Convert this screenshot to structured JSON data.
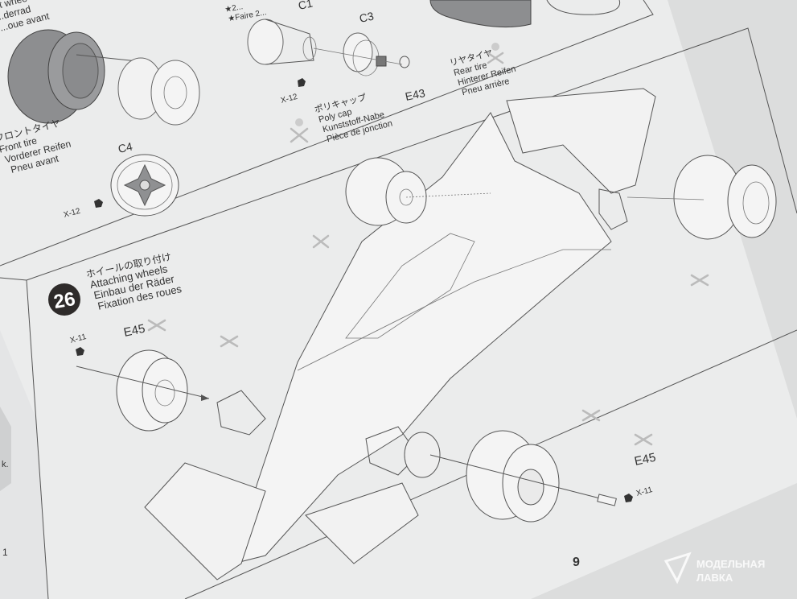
{
  "top_left_panel": {
    "front_tire_label_partial": [
      "...t whee",
      "...derrad",
      "...oue avant"
    ],
    "front_tire": {
      "jp": "フロントタイヤ",
      "en": "Front tire",
      "de": "Vorderer Reifen",
      "fr": "Pneu avant"
    },
    "wheel_part": "C4",
    "screw_part": "X-12"
  },
  "top_middle_panel": {
    "note_partial": [
      "★2...",
      "★Faire 2..."
    ],
    "parts": [
      "C1",
      "C3",
      "E43"
    ],
    "screw_part": "X-12",
    "poly_cap": {
      "jp": "ポリキャップ",
      "en": "Poly cap",
      "de": "Kunststoff-Nabe",
      "fr": "Pièce de jonction"
    }
  },
  "top_right_panel": {
    "rear_tire": {
      "jp": "リヤタイヤ",
      "en": "Rear tire",
      "de": "Hinterer Reifen",
      "fr": "Pneu arrière"
    }
  },
  "step": {
    "number": "26",
    "title_jp": "ホイールの取り付け",
    "title_en": "Attaching wheels",
    "title_de": "Einbau der Räder",
    "title_fr": "Fixation des roues",
    "left_shaft_part": "E45",
    "left_screw_part": "X-11",
    "right_shaft_part": "E45",
    "right_screw_part": "X-11"
  },
  "left_sheet_fragments": [
    "k.",
    "1"
  ],
  "page_number": "9",
  "watermark": {
    "line1": "МОДЕЛЬНАЯ",
    "line2": "ЛАВКА"
  },
  "colors": {
    "paper": "#ebecec",
    "ink": "#333333",
    "tire": "#8d8e90",
    "badge": "#2e2b2a"
  }
}
